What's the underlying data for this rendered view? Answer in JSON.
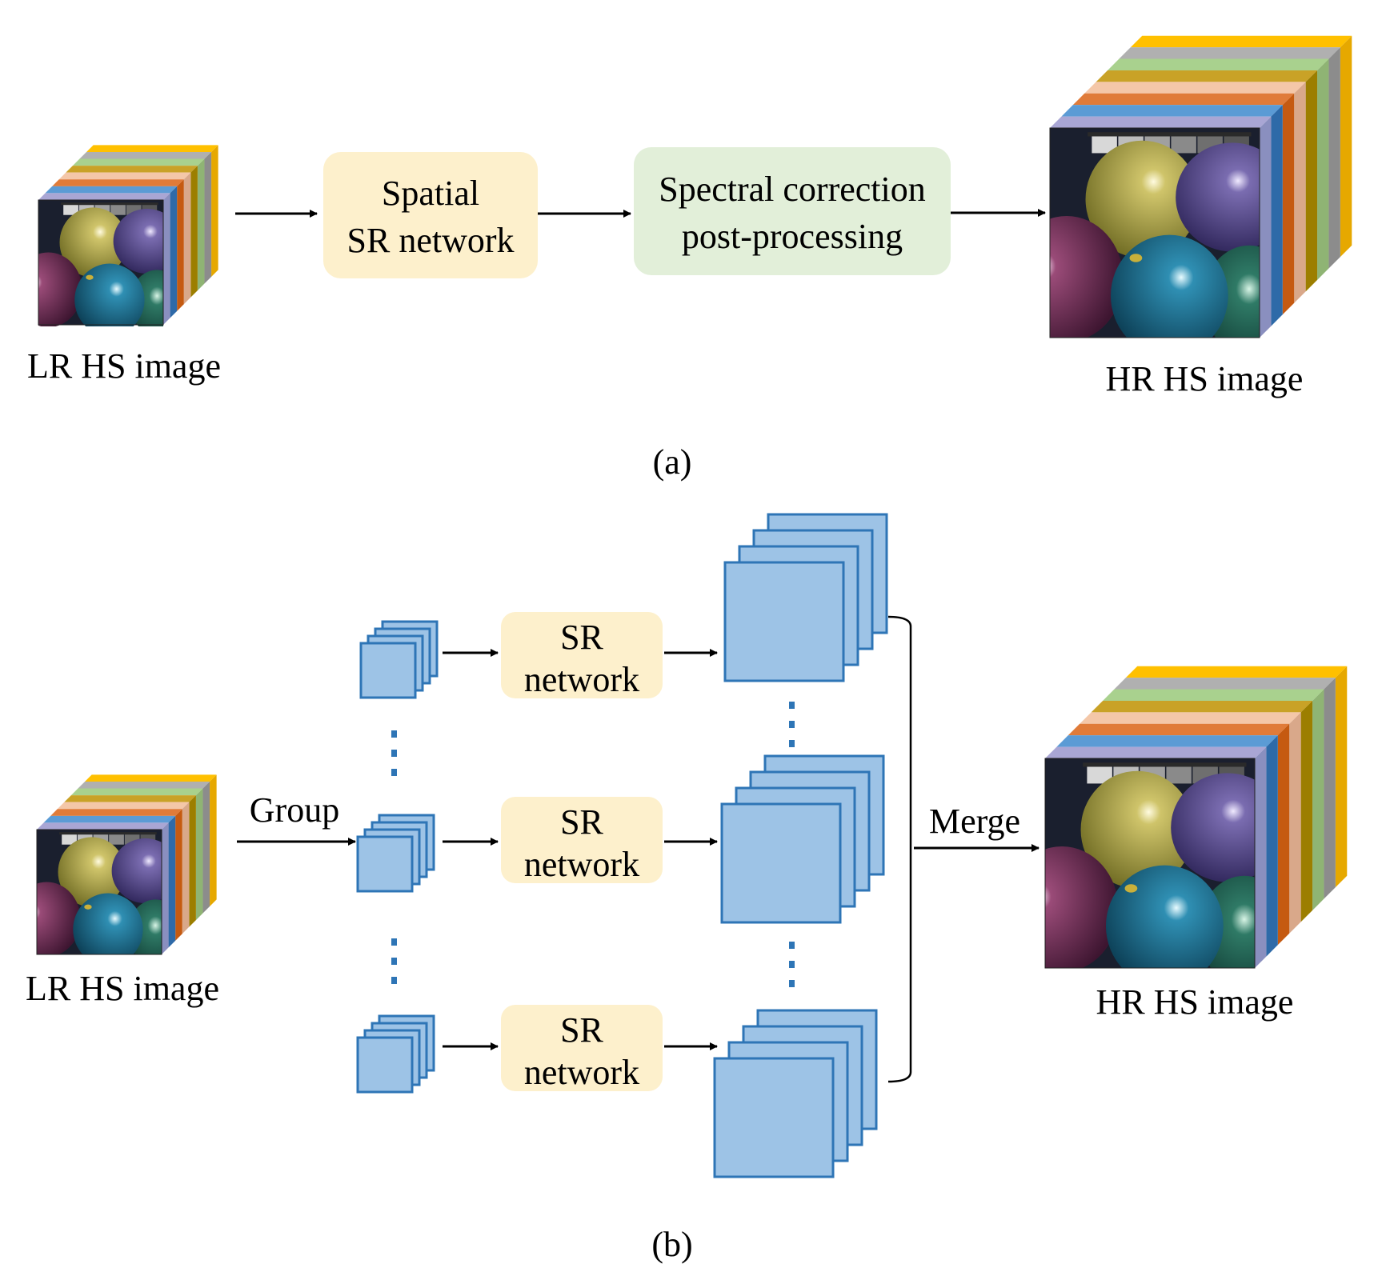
{
  "panel_a": {
    "input_label": "LR HS image",
    "box1_line1": "Spatial",
    "box1_line2": "SR network",
    "box2_line1": "Spectral correction",
    "box2_line2": "post-processing",
    "output_label": "HR HS image",
    "caption": "(a)"
  },
  "panel_b": {
    "input_label": "LR HS image",
    "group_label": "Group",
    "sr_line1": "SR",
    "sr_line2": "network",
    "merge_label": "Merge",
    "output_label": "HR HS image",
    "caption": "(b)"
  },
  "colors": {
    "sr_box_fill": "#fdf0cc",
    "spectral_box_fill": "#e2efd9",
    "feature_fill": "#9dc3e6",
    "feature_stroke": "#2e75b6",
    "dots": "#2e75b6",
    "bands": [
      "#5b9bd5",
      "#e07b39",
      "#f4c7a8",
      "#c9a227",
      "#a9d18e",
      "#b0b0b0",
      "#ffc000"
    ],
    "side_bands": [
      "#8a8fbf",
      "#2e6aa8",
      "#c55a11",
      "#d9a88a",
      "#9c7e00",
      "#8fb474",
      "#8c8c8c",
      "#e6a800"
    ]
  }
}
